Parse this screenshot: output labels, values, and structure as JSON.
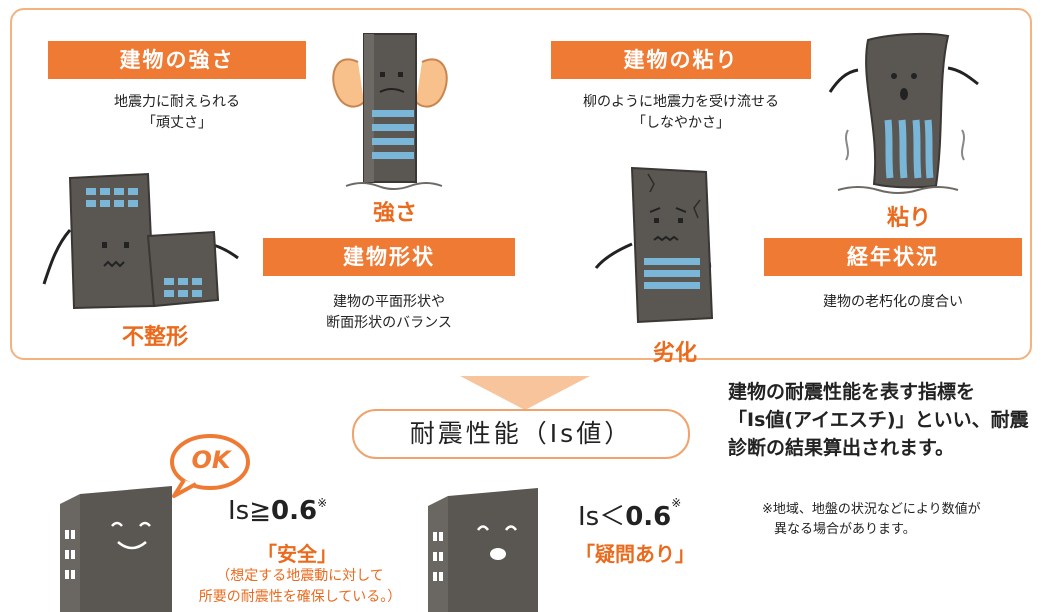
{
  "factors": [
    {
      "heading": "建物の強さ",
      "lines": [
        "地震力に耐えられる",
        "「頑丈さ」"
      ],
      "label": "強さ"
    },
    {
      "heading": "建物の粘り",
      "lines": [
        "柳のように地震力を受け流せる",
        "「しなやかさ」"
      ],
      "label": "粘り"
    },
    {
      "heading": "建物形状",
      "lines": [
        "建物の平面形状や",
        "断面形状のバランス"
      ],
      "label": "不整形"
    },
    {
      "heading": "経年状況",
      "lines": [
        "建物の老朽化の度合い"
      ],
      "label": "劣化"
    }
  ],
  "result": {
    "title": "耐震性能（Is値）",
    "explanation": [
      "建物の耐震性能を表す指標を",
      "「Is値(アイエスチ)」といい、耐震",
      "診断の結果算出されます。"
    ]
  },
  "safe": {
    "ok": "OK",
    "prefix": "Is≧",
    "value": "0.6",
    "mark": "※",
    "verdict": "「安全」",
    "note": [
      "（想定する地震動に対して",
      "所要の耐震性を確保している。）"
    ]
  },
  "unsafe": {
    "prefix": "Is＜",
    "value": "0.6",
    "mark": "※",
    "verdict": "「疑問あり」"
  },
  "footnote": [
    "※地域、地盤の状況などにより数値が",
    "異なる場合があります。"
  ],
  "colors": {
    "orange": "#ee7a33",
    "building": "#5a5652",
    "window": "#7ab6d8",
    "skin": "#f8c08a"
  }
}
